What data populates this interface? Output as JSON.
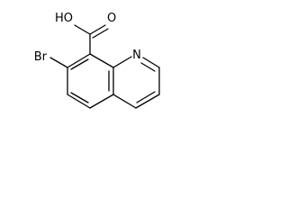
{
  "molecule": {
    "atoms": {
      "hydroxyl": "HO",
      "carbonyl_oxygen": "O",
      "bromine": "Br",
      "ring_nitrogen": "N"
    },
    "colors": {
      "bond": "#000000",
      "label": "#000000",
      "background": "#ffffff"
    }
  }
}
